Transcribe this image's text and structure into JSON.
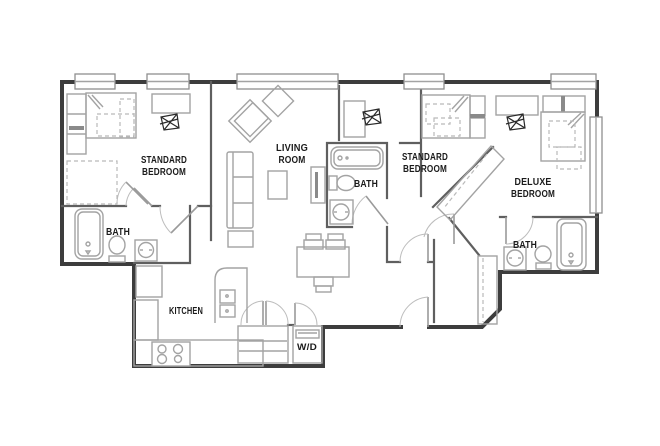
{
  "colors": {
    "background": "#ffffff",
    "exterior_wall": "#3d3d3d",
    "interior_wall": "#5f5f5f",
    "furniture_line": "#a3a3a3",
    "label_text": "#1b1b1b"
  },
  "floorplan": {
    "bedroom_left": {
      "line1": "STANDARD",
      "line2": "BEDROOM"
    },
    "living_room": {
      "line1": "LIVING",
      "line2": "ROOM"
    },
    "bath_left": {
      "label": "BATH"
    },
    "bath_middle": {
      "label": "BATH"
    },
    "bath_right": {
      "label": "BATH"
    },
    "bedroom_middle": {
      "line1": "STANDARD",
      "line2": "BEDROOM"
    },
    "bedroom_deluxe": {
      "line1": "DELUXE",
      "line2": "BEDROOM"
    },
    "kitchen": {
      "label": "KITCHEN"
    },
    "laundry": {
      "label": "W/D"
    }
  }
}
